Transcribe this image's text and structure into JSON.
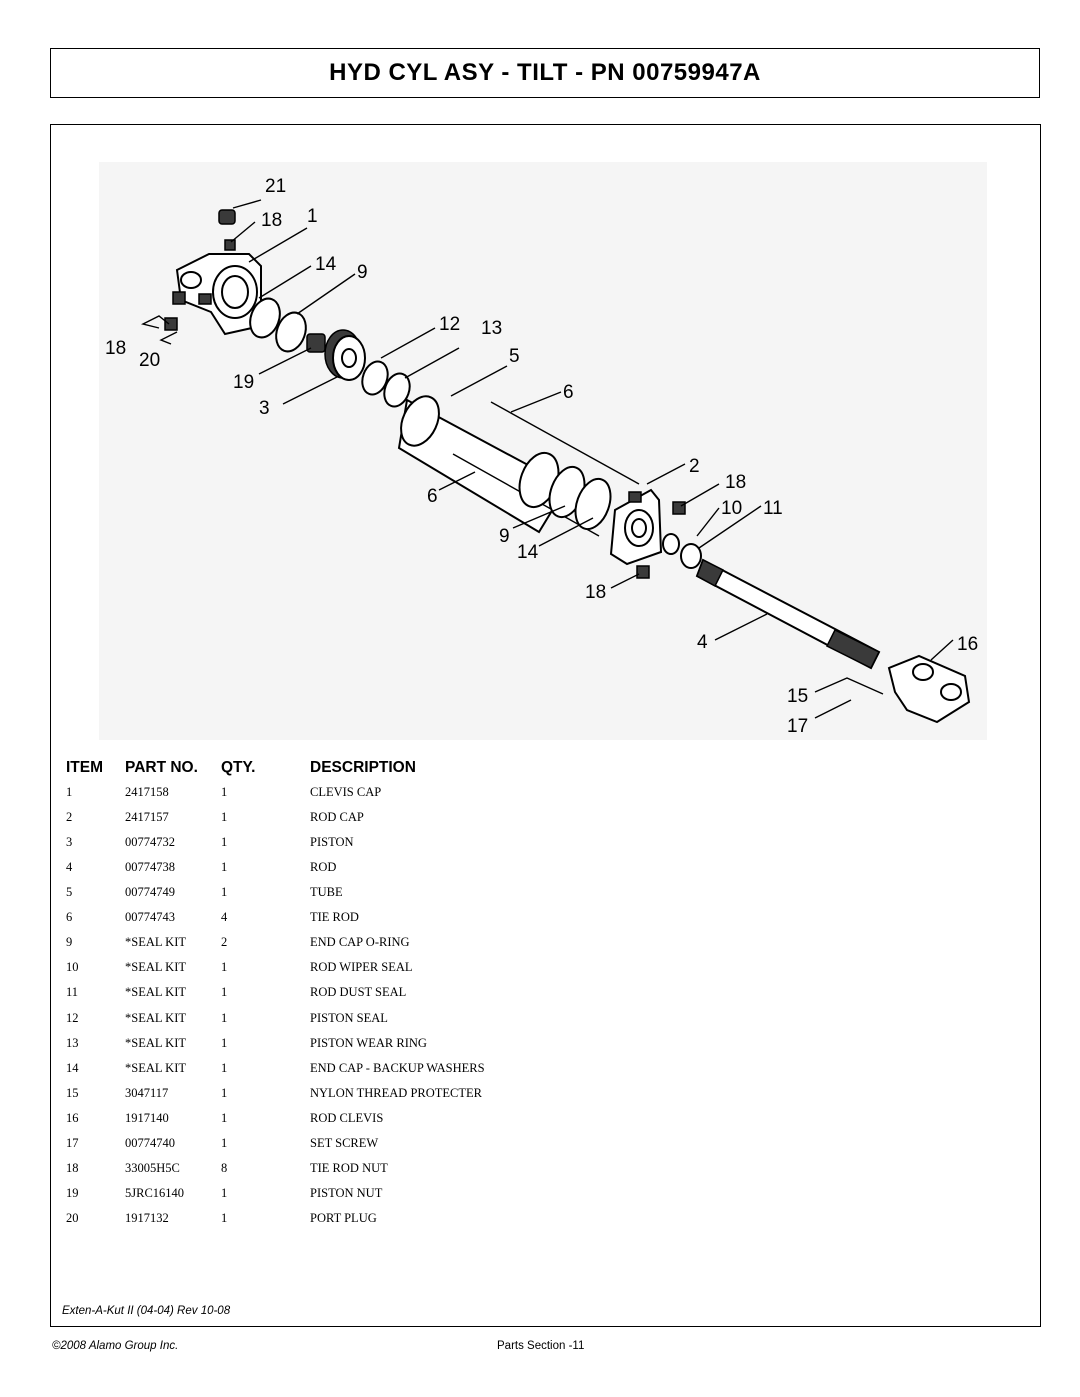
{
  "title": "HYD CYL ASY - TILT - PN 00759947A",
  "diagram": {
    "callouts": [
      "21",
      "18",
      "1",
      "14",
      "9",
      "18",
      "20",
      "12",
      "13",
      "5",
      "19",
      "3",
      "6",
      "2",
      "18",
      "10",
      "11",
      "6",
      "9",
      "14",
      "18",
      "4",
      "16",
      "15",
      "17"
    ]
  },
  "table": {
    "headers": {
      "item": "ITEM",
      "part_no": "PART NO.",
      "qty": "QTY.",
      "description": "DESCRIPTION"
    },
    "rows": [
      {
        "item": "1",
        "part_no": "2417158",
        "qty": "1",
        "description": "CLEVIS CAP"
      },
      {
        "item": "2",
        "part_no": "2417157",
        "qty": "1",
        "description": "ROD CAP"
      },
      {
        "item": "3",
        "part_no": "00774732",
        "qty": "1",
        "description": "PISTON"
      },
      {
        "item": "4",
        "part_no": "00774738",
        "qty": "1",
        "description": "ROD"
      },
      {
        "item": "5",
        "part_no": "00774749",
        "qty": "1",
        "description": "TUBE"
      },
      {
        "item": "6",
        "part_no": "00774743",
        "qty": "4",
        "description": "TIE ROD"
      },
      {
        "item": "9",
        "part_no": "*SEAL KIT",
        "qty": "2",
        "description": "END CAP O-RING"
      },
      {
        "item": "10",
        "part_no": "*SEAL KIT",
        "qty": "1",
        "description": "ROD WIPER SEAL"
      },
      {
        "item": "11",
        "part_no": "*SEAL KIT",
        "qty": "1",
        "description": "ROD DUST SEAL"
      },
      {
        "item": "12",
        "part_no": "*SEAL KIT",
        "qty": "1",
        "description": "PISTON SEAL"
      },
      {
        "item": "13",
        "part_no": "*SEAL KIT",
        "qty": "1",
        "description": "PISTON WEAR RING"
      },
      {
        "item": "14",
        "part_no": "*SEAL KIT",
        "qty": "1",
        "description": "END CAP - BACKUP WASHERS"
      },
      {
        "item": "15",
        "part_no": "3047117",
        "qty": "1",
        "description": "NYLON THREAD PROTECTER"
      },
      {
        "item": "16",
        "part_no": "1917140",
        "qty": "1",
        "description": "ROD CLEVIS"
      },
      {
        "item": "17",
        "part_no": "00774740",
        "qty": "1",
        "description": "SET SCREW"
      },
      {
        "item": "18",
        "part_no": "33005H5C",
        "qty": "8",
        "description": "TIE ROD NUT"
      },
      {
        "item": "19",
        "part_no": "5JRC16140",
        "qty": "1",
        "description": "PISTON NUT"
      },
      {
        "item": "20",
        "part_no": "1917132",
        "qty": "1",
        "description": "PORT PLUG"
      }
    ]
  },
  "footer": {
    "revision": "Exten-A-Kut II (04-04) Rev 10-08",
    "copyright": "©2008 Alamo Group Inc.",
    "page": "Parts Section -11"
  }
}
